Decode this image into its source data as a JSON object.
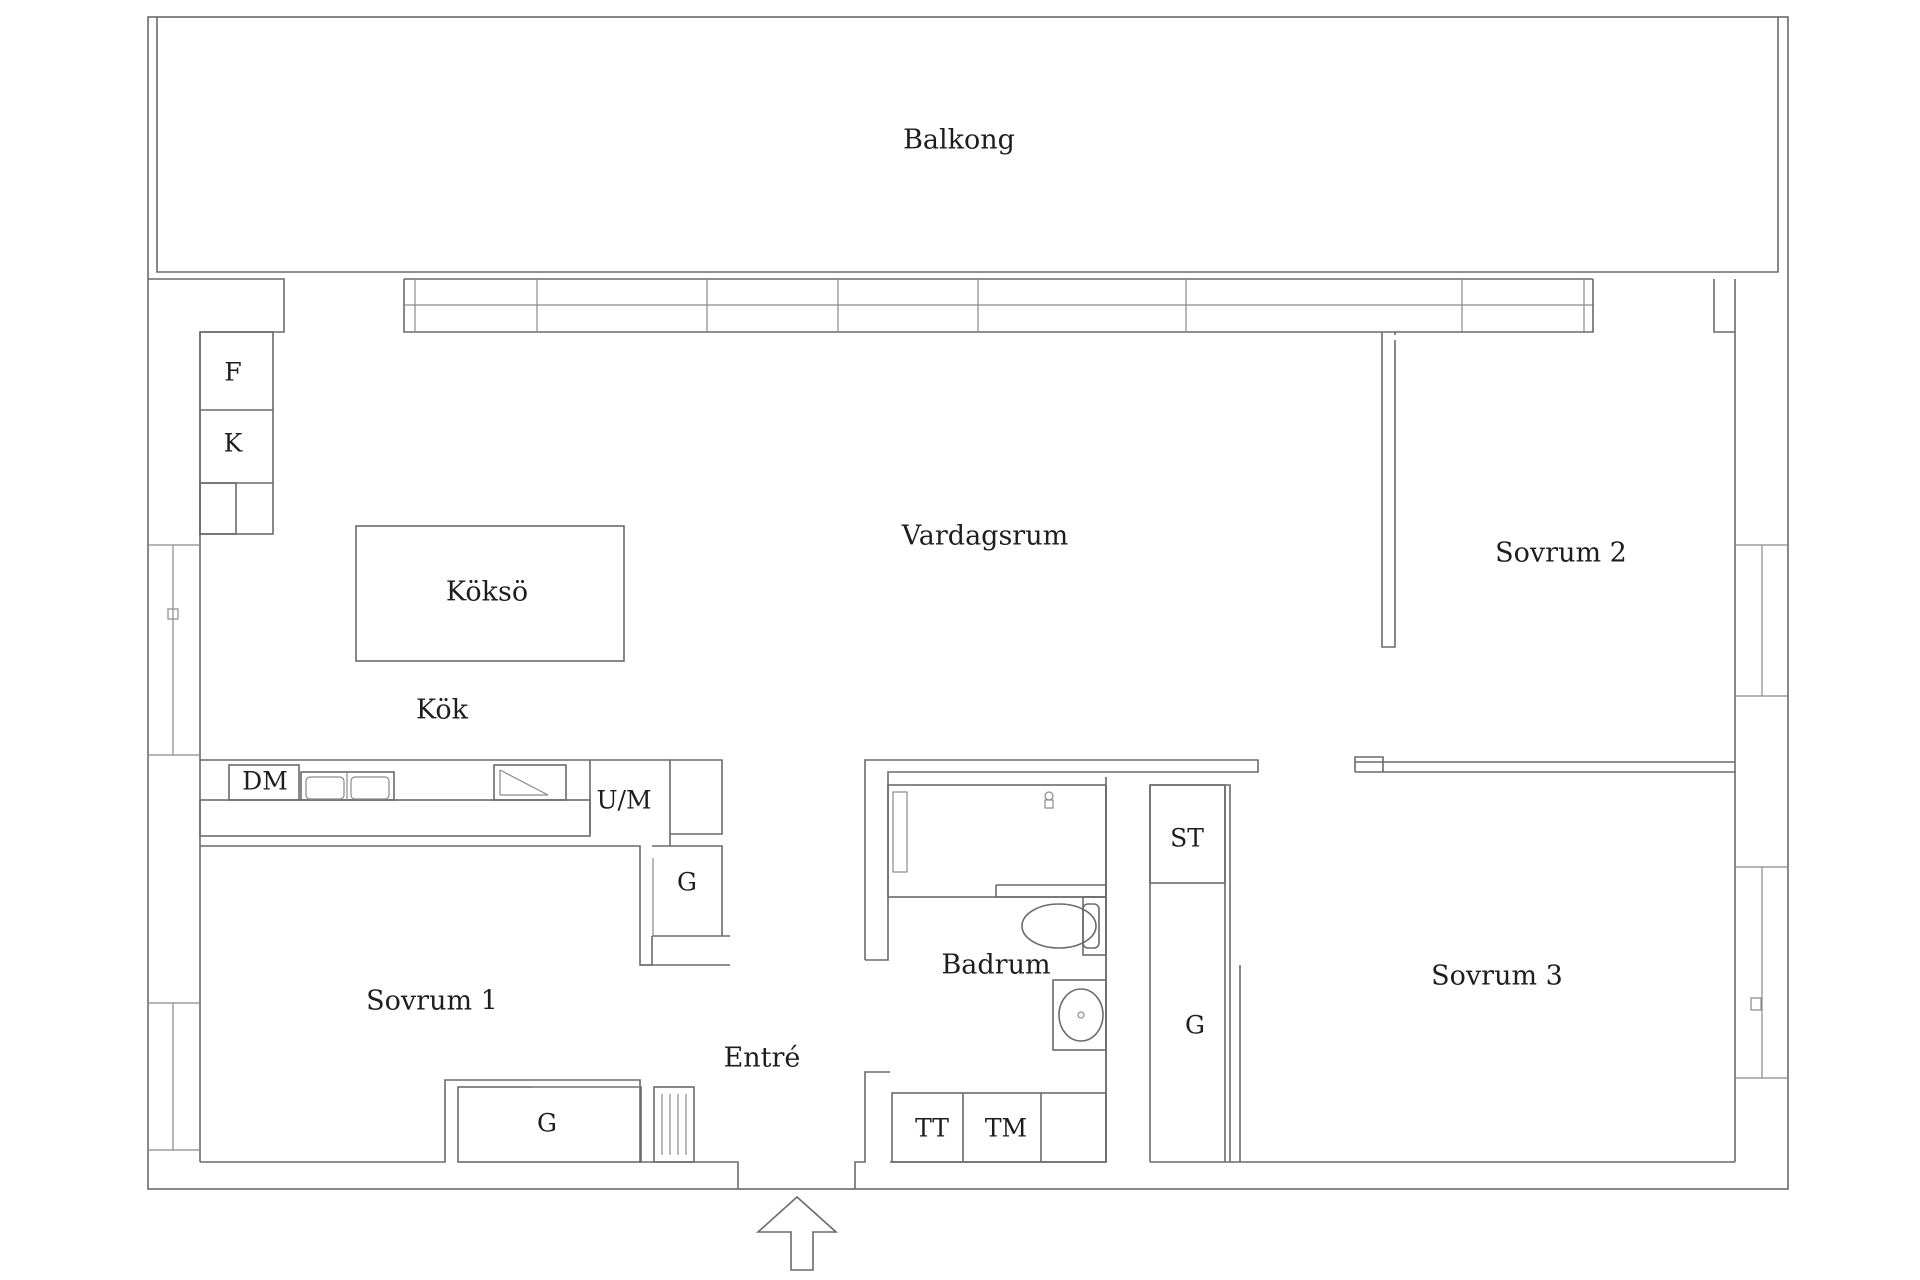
{
  "rooms": {
    "balkong": "Balkong",
    "vardagsrum": "Vardagsrum",
    "koksö": "Köksö",
    "kok": "Kök",
    "sovrum1": "Sovrum 1",
    "sovrum2": "Sovrum 2",
    "sovrum3": "Sovrum 3",
    "badrum": "Badrum",
    "entre": "Entré"
  },
  "fixtures": {
    "fridge": "F",
    "freezer": "K",
    "dishwasher": "DM",
    "oven": "U/M",
    "wardrobe_hall": "G",
    "wardrobe_sovrum1": "G",
    "wardrobe_sovrum3": "G",
    "storage": "ST",
    "dryer": "TT",
    "washer": "TM"
  },
  "colors": {
    "wall_line": "#6b6b6b",
    "label_text": "#1e1e1e",
    "background": "#ffffff"
  }
}
